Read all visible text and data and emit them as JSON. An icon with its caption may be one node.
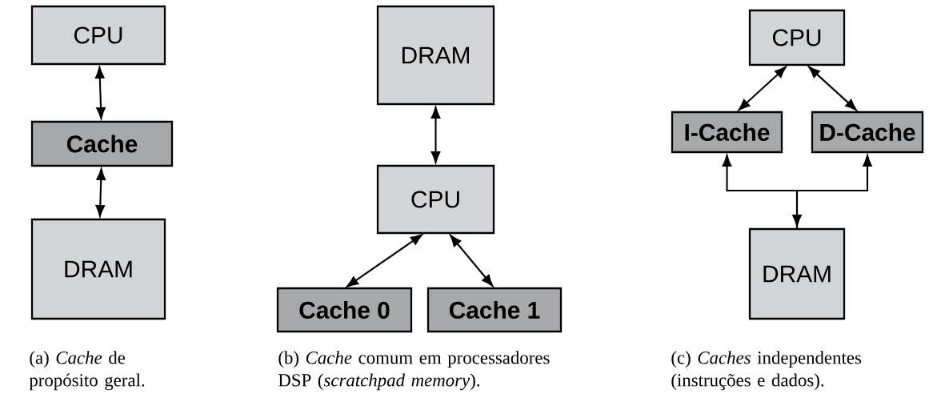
{
  "diagram": {
    "nodes": [
      {
        "text": [
          "CPU"
        ]
      },
      {
        "text": [
          "Cache"
        ]
      },
      {
        "text": [
          "DRAM"
        ]
      },
      {
        "text": [
          "DRAM"
        ]
      },
      {
        "text": [
          "CPU"
        ]
      },
      {
        "text": [
          "Cache 0"
        ]
      },
      {
        "text": [
          "Cache 1"
        ]
      },
      {
        "text": [
          "CPU"
        ]
      },
      {
        "text": [
          "I-Cache"
        ]
      },
      {
        "text": [
          "D-Cache"
        ]
      },
      {
        "text": [
          "DRAM"
        ]
      }
    ],
    "edges": [
      {
        "from": 0,
        "to": 1,
        "arrow": "both"
      },
      {
        "from": 1,
        "to": 2,
        "arrow": "both"
      },
      {
        "from": 3,
        "to": 4,
        "arrow": "both"
      },
      {
        "from": 4,
        "to": 5,
        "arrow": "both"
      },
      {
        "from": 4,
        "to": 6,
        "arrow": "both"
      },
      {
        "from": 7,
        "to": 8,
        "arrow": "both"
      },
      {
        "from": 7,
        "to": 9,
        "arrow": "both"
      },
      {
        "from": 10,
        "to": 8,
        "arrow": "both"
      },
      {
        "from": 10,
        "to": 9,
        "arrow": "to"
      }
    ],
    "labels": [
      "(a) *Cache* de propósito geral.",
      "(b) *Cache* comum em processadores DSP (*scratchpad memory*).",
      "(c) *Caches* independentes (instruções e dados)."
    ]
  }
}
